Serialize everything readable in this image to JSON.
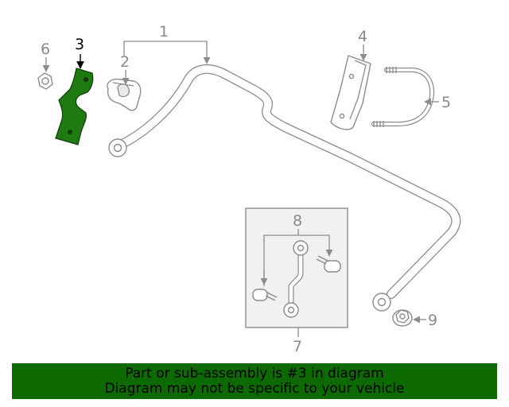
{
  "callouts": {
    "c1": "1",
    "c2": "2",
    "c3": "3",
    "c4": "4",
    "c5": "5",
    "c6": "6",
    "c7": "7",
    "c8": "8",
    "c9": "9"
  },
  "highlighted_part": "3",
  "colors": {
    "highlight_fill": "#1f7a12",
    "line": "#8c8c8c",
    "banner_bg": "#0d6a00"
  },
  "banner": {
    "line1": "Part or sub-assembly is #3 in diagram",
    "line2": "Diagram may not be specific to your vehicle"
  }
}
